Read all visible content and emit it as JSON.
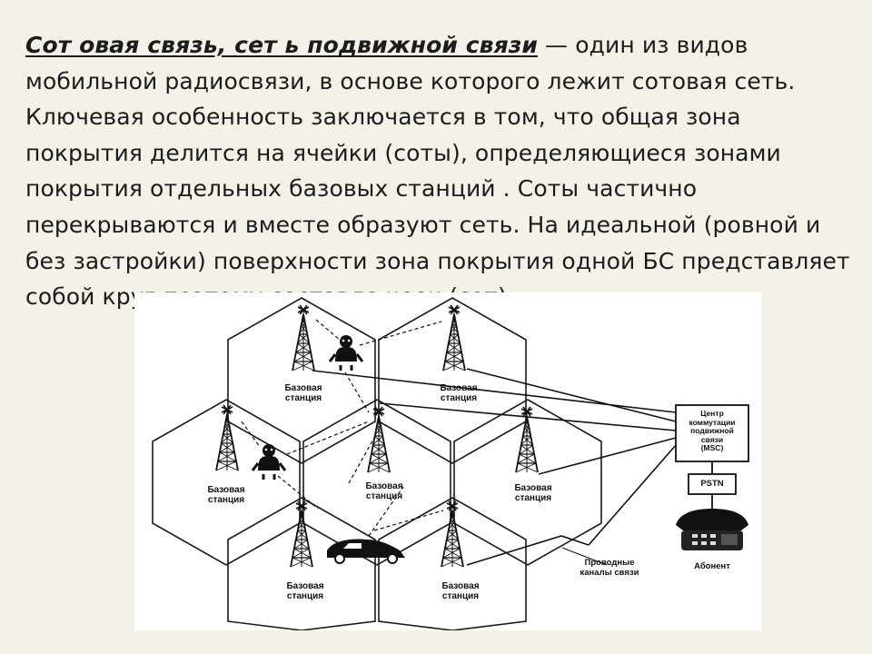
{
  "intro": {
    "term": "Сот овая связь, сет ь подвижной связи",
    "body": " — один из видов мобильной радиосвязи, в основе которого лежит сотовая сеть. Ключевая особенность заключается в том, что общая зона покрытия делится на ячейки (соты), определяющиеся зонами покрытия отдельных базовых станций . Соты частично перекрываются и вместе образуют сеть. На идеальной (ровной и без застройки) поверхности зона покрытия одной БС представляет собой круг поэтому составле                                                              чеек (сот)."
  },
  "diagram": {
    "base_station_line1": "Базовая",
    "base_station_line2": "станция",
    "msc_line1": "Центр",
    "msc_line2": "коммутации",
    "msc_line3": "подвижной",
    "msc_line4": "связи",
    "msc_line5": "(MSC)",
    "pstn": "PSTN",
    "subscriber": "Абонент",
    "wired_line1": "Проводные",
    "wired_line2": "каналы связи"
  }
}
